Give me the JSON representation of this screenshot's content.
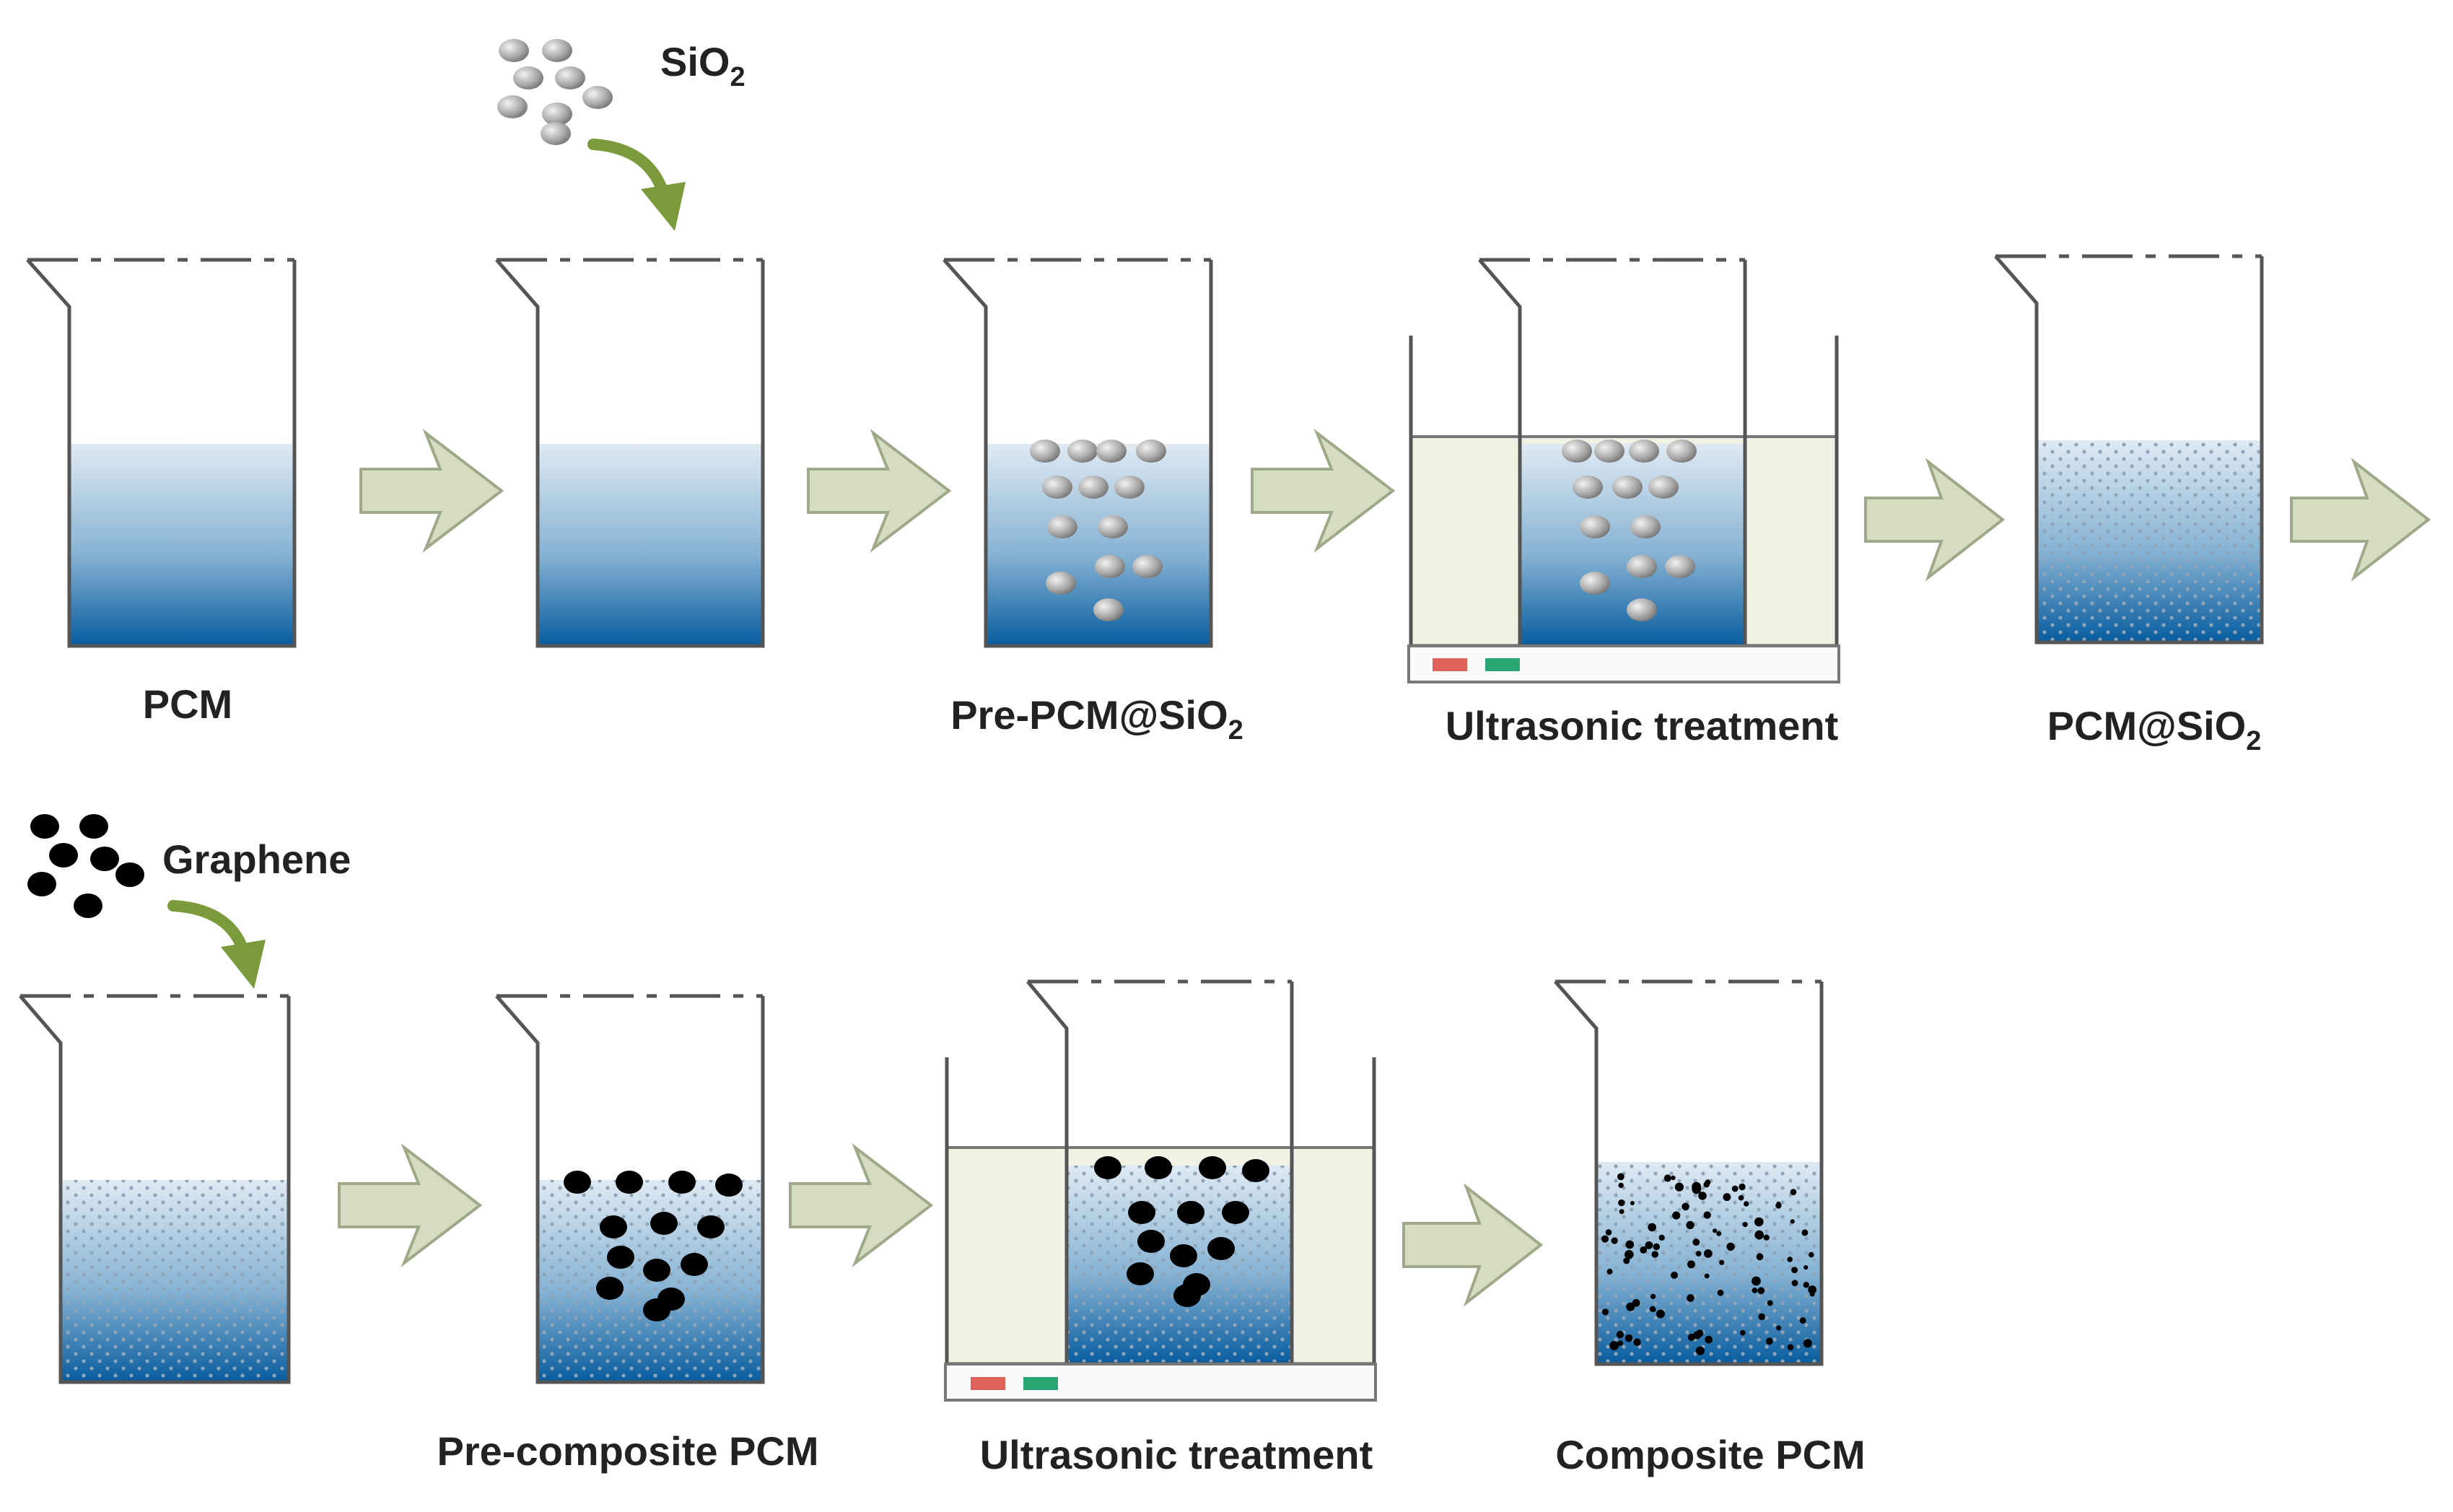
{
  "labels": {
    "sio2": {
      "main": "SiO",
      "sub": "2"
    },
    "pcm": "PCM",
    "pre_pcm_sio2": {
      "main": "Pre-PCM@SiO",
      "sub": "2"
    },
    "ultrasonic_1": "Ultrasonic treatment",
    "pcm_sio2": {
      "main": "PCM@SiO",
      "sub": "2"
    },
    "graphene": "Graphene",
    "pre_composite_pcm": "Pre-composite PCM",
    "ultrasonic_2": "Ultrasonic treatment",
    "composite_pcm": "Composite PCM"
  },
  "colors": {
    "liquid_top": "#dce8f2",
    "liquid_bottom": "#0b63a6",
    "arrow_fill": "#d6dcc2",
    "arrow_stroke": "#9fa888",
    "curved_arrow": "#7a9a3c",
    "bath_fill": "#f2f2e4",
    "sio2_particle": "#9a9a9a",
    "graphene_particle": "#000000",
    "indicator_red": "#e0605a",
    "indicator_green": "#2aa672"
  }
}
